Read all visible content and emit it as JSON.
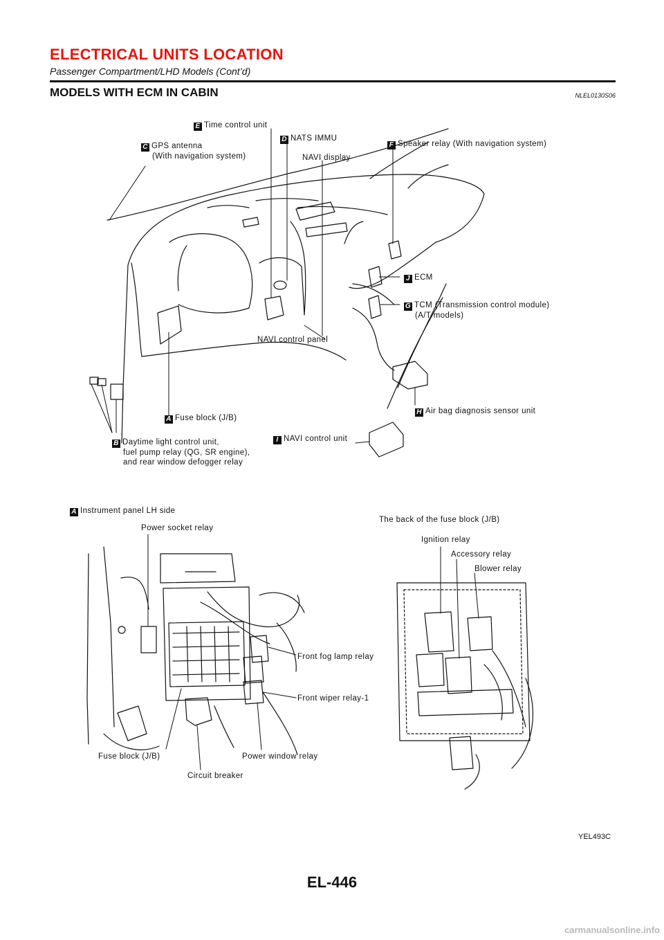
{
  "header": {
    "title": "ELECTRICAL UNITS LOCATION",
    "subtitle": "Passenger Compartment/LHD Models (Cont’d)"
  },
  "section": {
    "title": "MODELS WITH ECM IN CABIN",
    "code": "NLEL0130S06"
  },
  "callouts": {
    "time_control_unit": {
      "badge": "E",
      "text": "Time control unit"
    },
    "gps_antenna": {
      "badge": "C",
      "line1": "GPS antenna",
      "line2": "(With navigation system)"
    },
    "nats_immu": {
      "badge": "D",
      "text": "NATS IMMU"
    },
    "navi_display": {
      "text": "NAVI display"
    },
    "speaker_relay": {
      "badge": "F",
      "text": "Speaker relay (With navigation system)"
    },
    "ecm": {
      "badge": "J",
      "text": "ECM"
    },
    "tcm": {
      "badge": "G",
      "line1": "TCM (Transmission control module)",
      "line2": "(A/T models)"
    },
    "navi_control_panel": {
      "text": "NAVI control panel"
    },
    "air_bag_sensor": {
      "badge": "H",
      "text": "Air bag diagnosis sensor unit"
    },
    "fuse_block_top": {
      "badge": "A",
      "text": "Fuse block (J/B)"
    },
    "daytime_light": {
      "badge": "B",
      "line1": "Daytime light control unit,",
      "line2": "fuel pump relay (QG, SR engine),",
      "line3": "and rear window defogger relay"
    },
    "navi_control_unit": {
      "badge": "I",
      "text": "NAVI control unit"
    }
  },
  "lower": {
    "instrument_panel": {
      "badge": "A",
      "text": "Instrument panel LH side"
    },
    "power_socket_relay": "Power socket relay",
    "front_fog_lamp_relay": "Front fog lamp relay",
    "front_wiper_relay": "Front wiper relay-1",
    "fuse_block_bottom": "Fuse block (J/B)",
    "power_window_relay": "Power window relay",
    "circuit_breaker": "Circuit breaker",
    "back_of_fuse_block": "The back of the fuse block (J/B)",
    "ignition_relay": "Ignition relay",
    "accessory_relay": "Accessory relay",
    "blower_relay": "Blower relay"
  },
  "figure_id": "YEL493C",
  "page_number": "EL-446",
  "watermark": "carmanualsonline.info",
  "colors": {
    "title_red": "#e8140c",
    "ink": "#111111",
    "watermark_gray": "#b9b9b9"
  }
}
